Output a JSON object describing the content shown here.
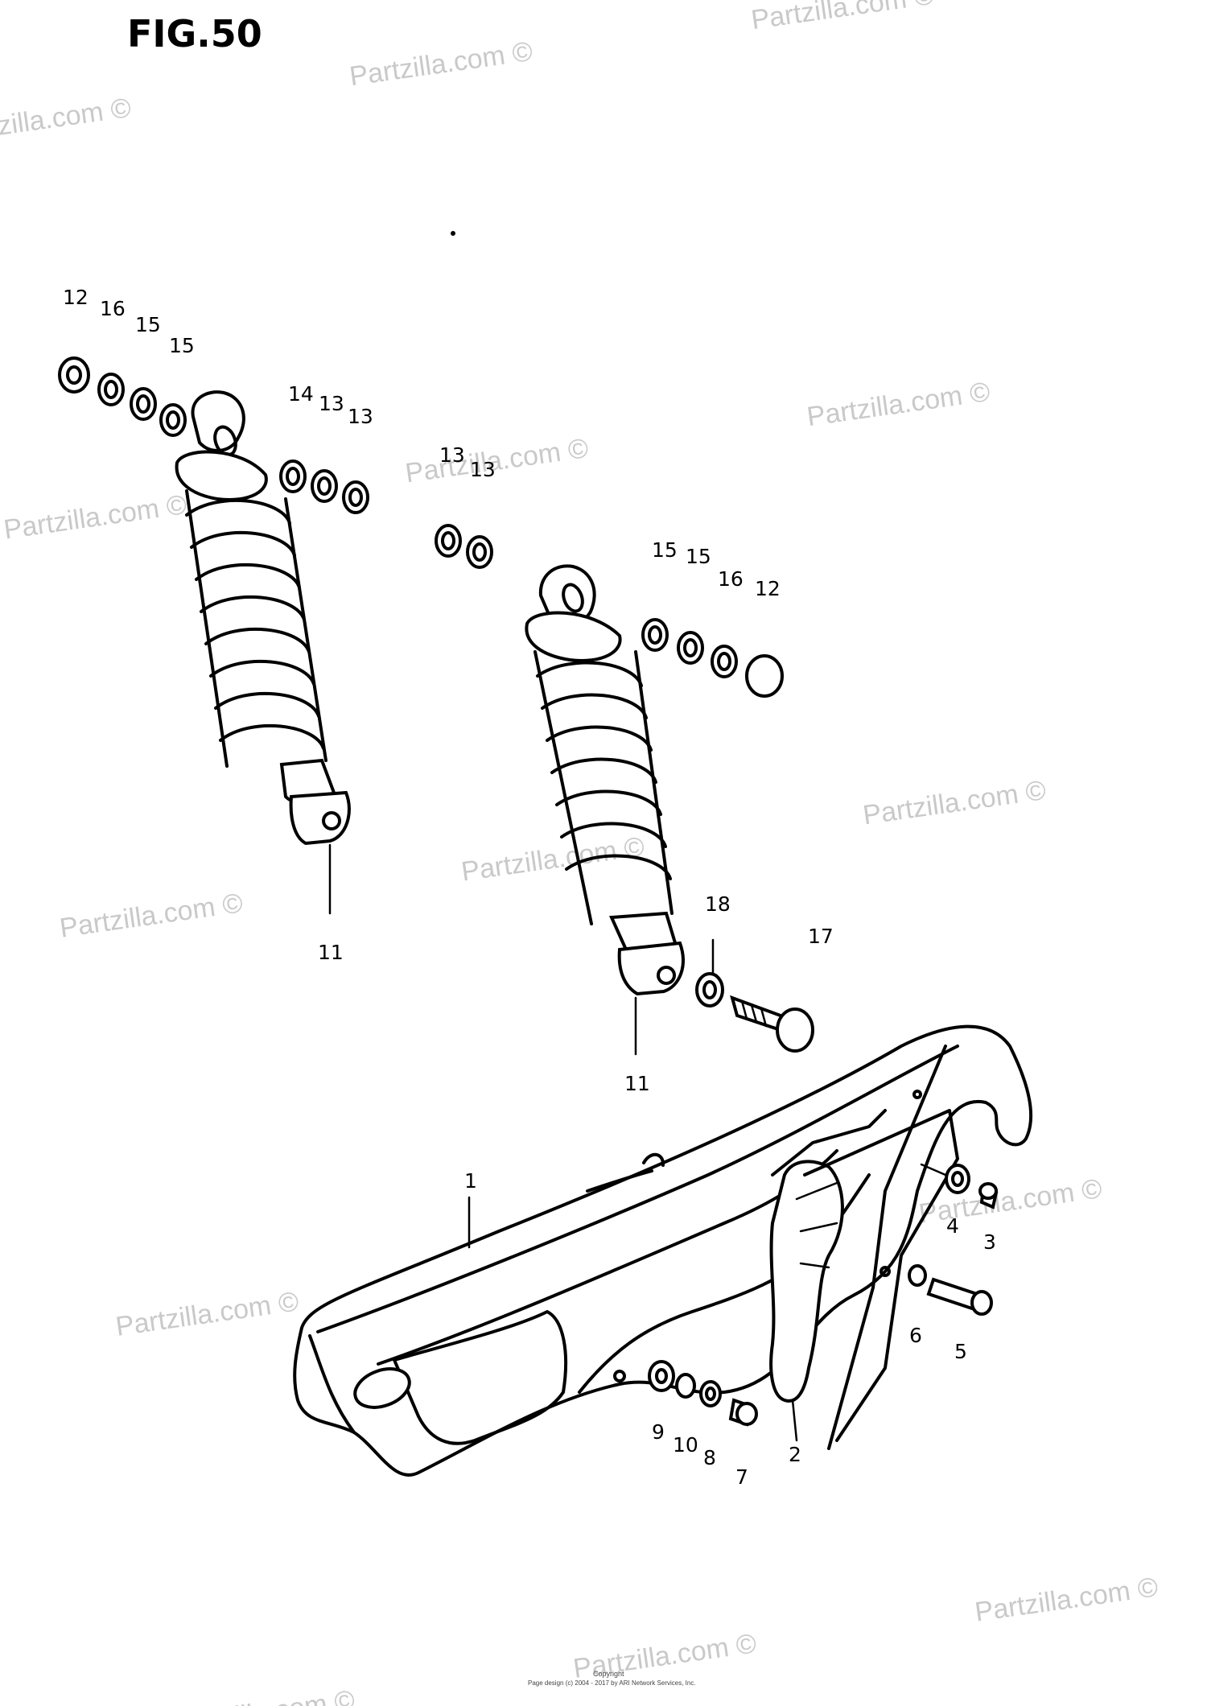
{
  "figure": {
    "title": "FIG.50"
  },
  "watermark": {
    "text": "Partzilla.com ©",
    "color": "#c9c9c9"
  },
  "callouts": [
    "1",
    "2",
    "3",
    "4",
    "5",
    "6",
    "7",
    "8",
    "9",
    "10",
    "11",
    "12",
    "13",
    "14",
    "15",
    "16",
    "17",
    "18"
  ],
  "labels": {
    "l12a": "12",
    "l16a": "16",
    "l15a": "15",
    "l15b": "15",
    "l14": "14",
    "l13a": "13",
    "l13b": "13",
    "l13c": "13",
    "l13d": "13",
    "l15c": "15",
    "l15d": "15",
    "l16b": "16",
    "l12b": "12",
    "l11a": "11",
    "l11b": "11",
    "l18": "18",
    "l17": "17",
    "l1": "1",
    "l4": "4",
    "l3": "3",
    "l6": "6",
    "l5": "5",
    "l9": "9",
    "l10": "10",
    "l8": "8",
    "l7": "7",
    "l2": "2"
  },
  "footer": {
    "copyright": "Copyright",
    "page_design": "Page design (c) 2004 - 2017 by ARI Network Services, Inc."
  }
}
